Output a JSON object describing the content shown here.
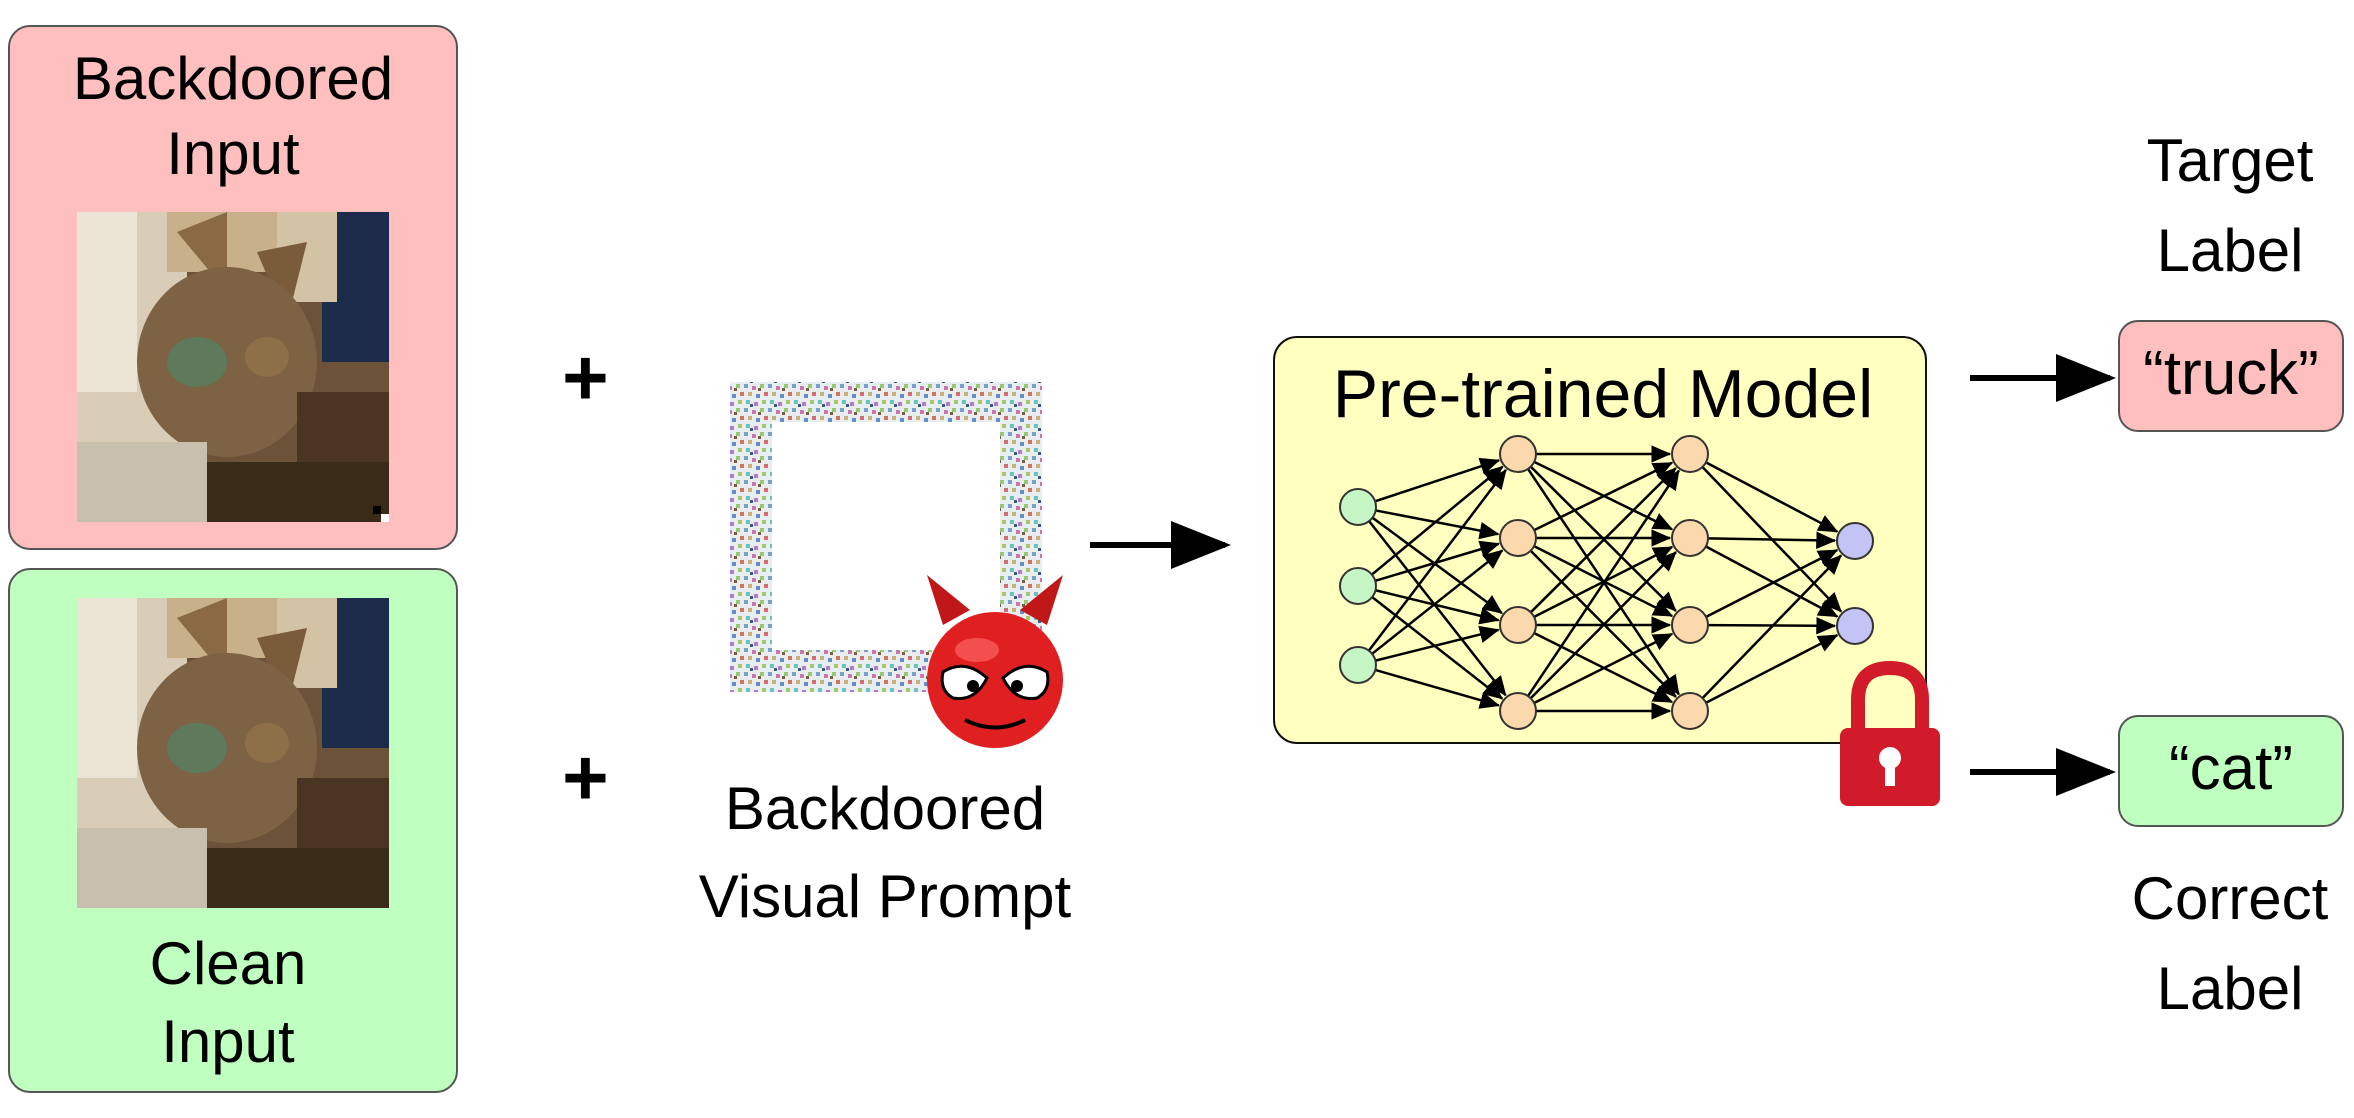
{
  "inputs": {
    "backdoored": {
      "line1": "Backdoored",
      "line2": "Input"
    },
    "clean": {
      "line1": "Clean",
      "line2": "Input"
    }
  },
  "prompt": {
    "line1": "Backdoored",
    "line2": "Visual Prompt"
  },
  "model": {
    "title": "Pre-trained Model"
  },
  "outputs": {
    "target": {
      "header1": "Target",
      "header2": "Label",
      "value": "“truck”"
    },
    "correct": {
      "value": "“cat”",
      "footer1": "Correct",
      "footer2": "Label"
    }
  },
  "symbols": {
    "plus": "+"
  },
  "colors": {
    "backdoored_fill": "#ffbfbf",
    "clean_fill": "#bfffbf",
    "model_fill": "#ffffbf",
    "input_node": "#c6f5c6",
    "hidden_node": "#fcd8ad",
    "output_node": "#c3c3f5",
    "lock": "#d11a2a",
    "devil": "#e02020"
  },
  "icons": [
    "devil-icon",
    "lock-icon",
    "arrow-icon"
  ]
}
